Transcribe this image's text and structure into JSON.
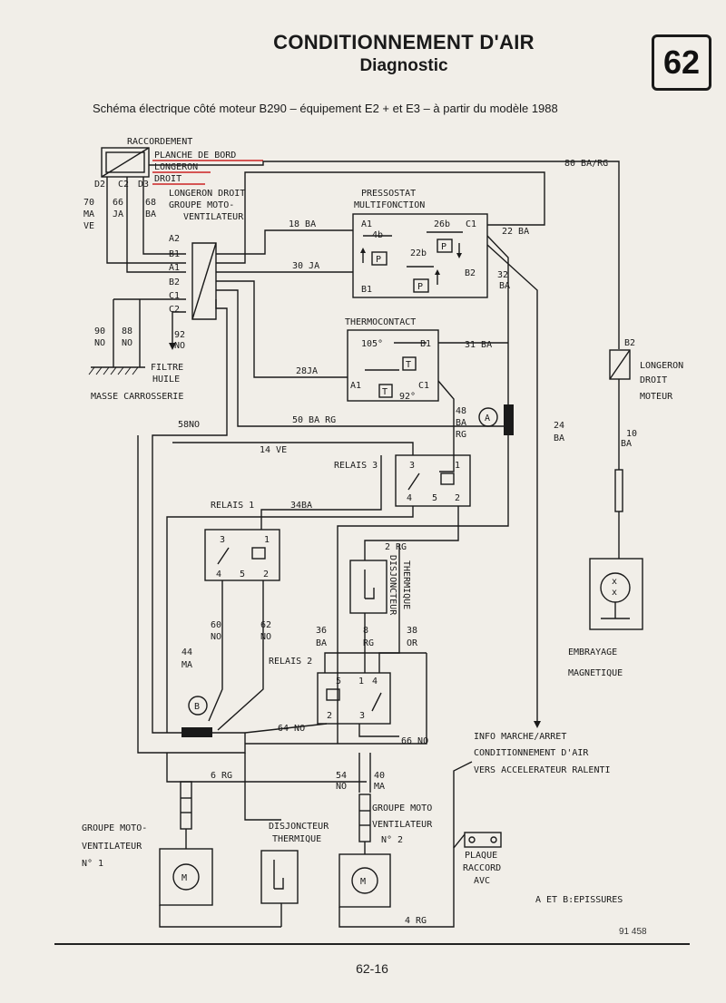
{
  "header": {
    "title": "CONDITIONNEMENT D'AIR",
    "subtitle": "Diagnostic",
    "page_badge": "62"
  },
  "caption": "Schéma électrique côté moteur B290 – équipement E2 + et E3 – à partir du modèle 1988",
  "connector": {
    "line1": "RACCORDEMENT",
    "line2": "PLANCHE DE BORD",
    "line3": "LONGERON",
    "line4": "DROIT"
  },
  "pins_top": {
    "d2": "D2",
    "c2": "C2",
    "d3": "D3"
  },
  "wires_top": {
    "w1a": "70",
    "w1b": "MA",
    "w1c": "VE",
    "w2a": "66",
    "w2b": "JA",
    "w3a": "68",
    "w3b": "BA"
  },
  "groupe_label": {
    "l1": "LONGERON DROIT",
    "l2": "GROUPE MOTO-",
    "l3": "VENTILATEUR"
  },
  "block_pins": {
    "a2": "A2",
    "b1": "B1",
    "a1": "A1",
    "b2": "B2",
    "c1": "C1",
    "c2": "C2"
  },
  "pressostat": {
    "l1": "PRESSOSTAT",
    "l2": "MULTIFONCTION",
    "a1": "A1",
    "b1": "B1",
    "c1": "C1",
    "b2": "B2",
    "c4b": "4b",
    "c26b": "26b",
    "c22b": "22b",
    "p": "P"
  },
  "wire_labels": {
    "w80": "80 BA/RG",
    "w18": "18 BA",
    "w22": "22 BA",
    "w30": "30 JA",
    "w32a": "32",
    "w32b": "BA",
    "w31": "31 BA",
    "w28": "28JA",
    "w48a": "48",
    "w48b": "BA",
    "w48c": "RG",
    "w24a": "24",
    "w24b": "BA",
    "w58": "58NO",
    "w50": "50 BA RG",
    "w14": "14 VE",
    "w34": "34BA",
    "w2": "2 RG",
    "w60a": "60",
    "w60b": "NO",
    "w62a": "62",
    "w62b": "NO",
    "w44a": "44",
    "w44b": "MA",
    "w36a": "36",
    "w36b": "BA",
    "w8a": "8",
    "w8b": "RG",
    "w38a": "38",
    "w38b": "OR",
    "w64": "64 NO",
    "w66": "66 NO",
    "w6": "6 RG",
    "w54a": "54",
    "w54b": "NO",
    "w40a": "40",
    "w40b": "MA",
    "w4": "4 RG",
    "w10a": "10",
    "w10b": "BA",
    "w90a": "90",
    "w90b": "NO",
    "w88a": "88",
    "w88b": "NO",
    "w92a": "92",
    "w92b": "NO"
  },
  "thermocontact": {
    "label": "THERMOCONTACT",
    "t105": "105°",
    "t92": "92°",
    "b1": "B1",
    "a1": "A1",
    "c1": "C1",
    "t": "T"
  },
  "masse": {
    "label": "MASSE CARROSSERIE",
    "filtre1": "FILTRE",
    "filtre2": "HUILE"
  },
  "splices": {
    "a": "A",
    "b": "B"
  },
  "relais3": {
    "label": "RELAIS 3",
    "p1": "1",
    "p2": "2",
    "p3": "3",
    "p4": "4",
    "p5": "5"
  },
  "relais1": {
    "label": "RELAIS 1",
    "p1": "1",
    "p2": "2",
    "p3": "3",
    "p4": "4",
    "p5": "5"
  },
  "relais2": {
    "label": "RELAIS 2",
    "p1": "1",
    "p2": "2",
    "p3": "3",
    "p4": "4",
    "p5": "5"
  },
  "disjoncteur_v": {
    "l1": "DISJONCTEUR",
    "l2": "THERMIQUE"
  },
  "longeron_moteur": {
    "b2": "B2",
    "l1": "LONGERON",
    "l2": "DROIT",
    "l3": "MOTEUR"
  },
  "embrayage": {
    "l1": "EMBRAYAGE",
    "l2": "MAGNETIQUE"
  },
  "info": {
    "l1": "INFO MARCHE/ARRET",
    "l2": "CONDITIONNEMENT D'AIR",
    "l3": "VERS ACCELERATEUR RALENTI"
  },
  "gmv1": {
    "l1": "GROUPE MOTO-",
    "l2": "VENTILATEUR",
    "l3": "N° 1",
    "m": "M"
  },
  "disj_bottom": {
    "l1": "DISJONCTEUR",
    "l2": "THERMIQUE"
  },
  "gmv2": {
    "l1": "GROUPE MOTO",
    "l2": "VENTILATEUR",
    "l3": "N° 2",
    "m": "M"
  },
  "plaque": {
    "l1": "PLAQUE",
    "l2": "RACCORD",
    "l3": "AVC"
  },
  "epissures": "A ET B:EPISSURES",
  "ref": "91 458",
  "page_number": "62-16"
}
